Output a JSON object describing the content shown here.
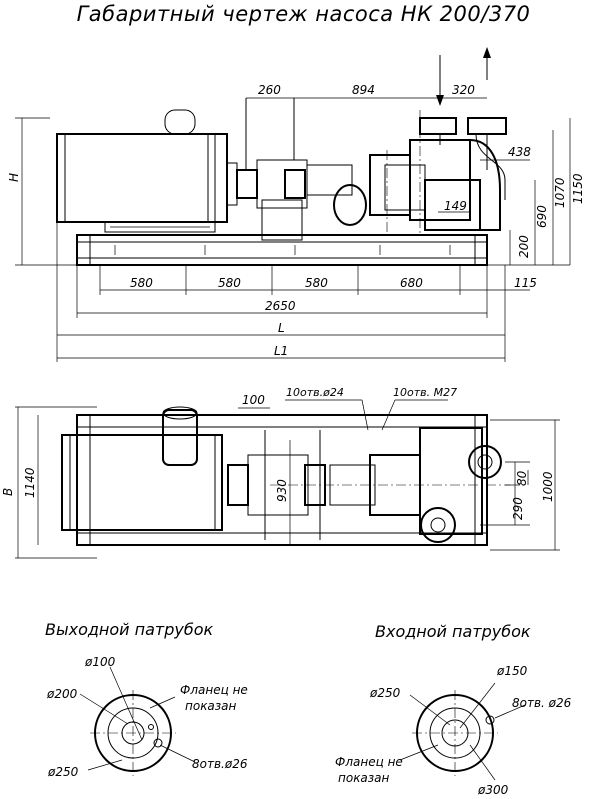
{
  "title": "Габаритный чертеж насоса НК 200/370",
  "side_view": {
    "dims": {
      "d260": "260",
      "d894": "894",
      "d320": "320",
      "d438": "438",
      "d149": "149",
      "d200": "200",
      "d690": "690",
      "d1070": "1070",
      "d1150": "1150",
      "H": "H",
      "b580a": "580",
      "b580b": "580",
      "b580c": "580",
      "b680": "680",
      "b115": "115",
      "d2650": "2650",
      "L": "L",
      "L1": "L1"
    }
  },
  "plan_view": {
    "dims": {
      "d100": "100",
      "holes24": "10отв.ø24",
      "holesM27": "10отв. M27",
      "B": "B",
      "d1140": "1140",
      "d930": "930",
      "d290": "290",
      "d80": "80",
      "d1000": "1000"
    }
  },
  "outlet": {
    "caption": "Выходной патрубок",
    "d100": "ø100",
    "d200": "ø200",
    "d250": "ø250",
    "holes": "8отв.ø26",
    "note_line1": "Фланец не",
    "note_line2": "показан"
  },
  "inlet": {
    "caption": "Входной патрубок",
    "d150": "ø150",
    "d250": "ø250",
    "d300": "ø300",
    "holes": "8отв. ø26",
    "note_line1": "Фланец не",
    "note_line2": "показан"
  }
}
